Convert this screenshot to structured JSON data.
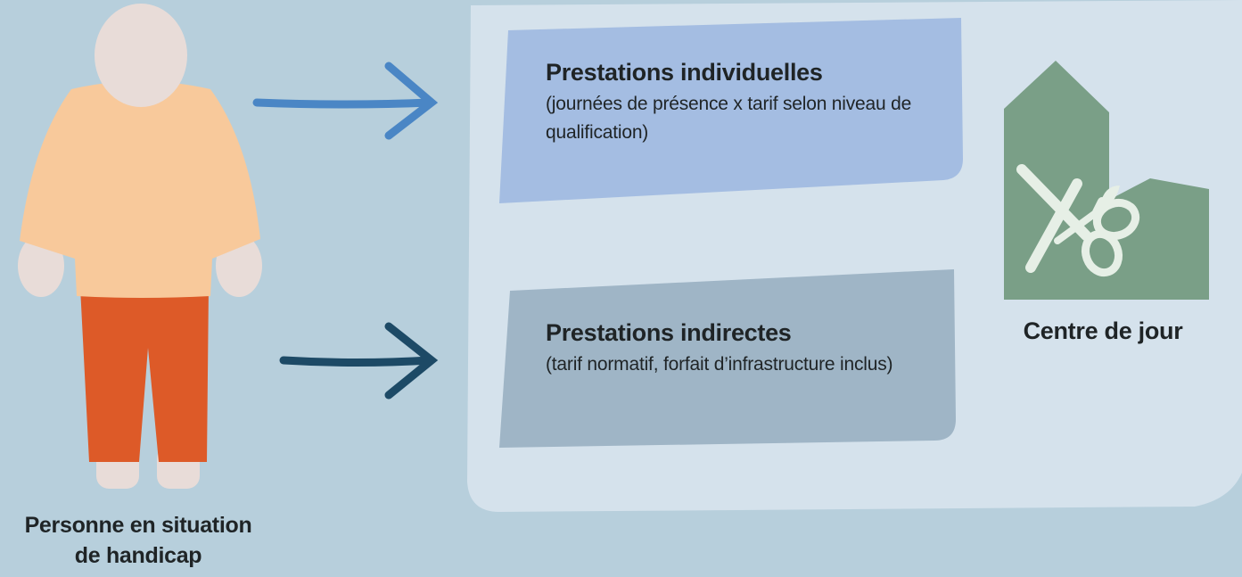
{
  "person": {
    "label_line1": "Personne en situation",
    "label_line2": "de handicap"
  },
  "boxes": [
    {
      "title": "Prestations individuelles",
      "description": "(journées de présence x tarif selon niveau de qualification)",
      "color": "#a4bde2"
    },
    {
      "title": "Prestations indirectes",
      "description": "(tarif normatif, forfait d’infrastructure inclus)",
      "color": "#9fb5c6"
    }
  ],
  "center": {
    "label": "Centre de jour",
    "icon": "scissors-and-paintbrush-icon",
    "color": "#7a9f87"
  },
  "colors": {
    "background": "#b7cfdc",
    "panel": "#d5e2ec",
    "arrow_top": "#4a86c5",
    "arrow_bottom": "#1d4a66",
    "shirt": "#f8c99b",
    "pants": "#dd5a28",
    "skin": "#e8dcd8"
  }
}
